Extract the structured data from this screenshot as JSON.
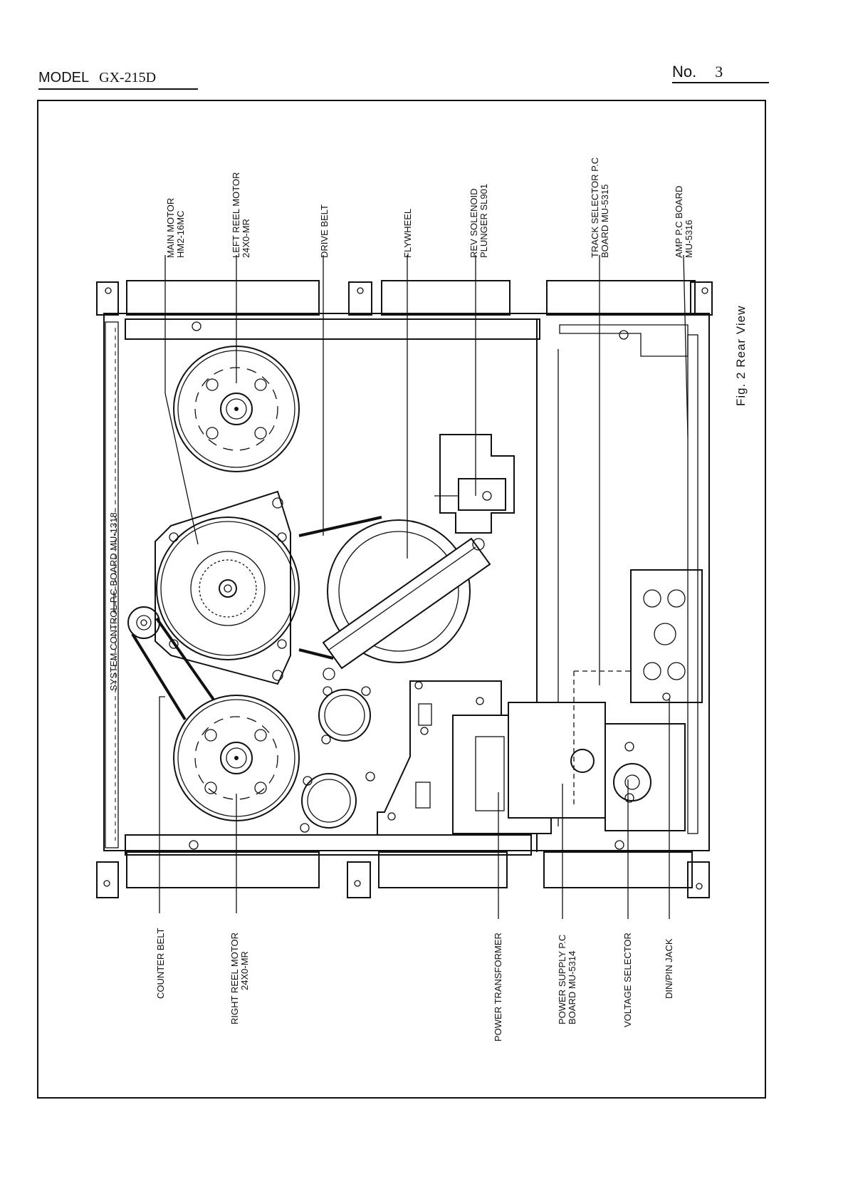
{
  "header": {
    "model_label": "MODEL",
    "model_value": "GX-215D",
    "page_label": "No.",
    "page_value": "3"
  },
  "figure": {
    "caption": "Fig. 2 Rear View",
    "labels": {
      "main_motor": [
        "MAIN MOTOR",
        "HM2-16MC"
      ],
      "left_reel_motor": [
        "LEFT REEL MOTOR",
        "24X0-MR"
      ],
      "drive_belt": [
        "DRIVE BELT"
      ],
      "flywheel": [
        "FLYWHEEL"
      ],
      "rev_solenoid": [
        "REV SOLENOID",
        "PLUNGER SL901"
      ],
      "track_selector": [
        "TRACK SELECTOR P.C",
        "BOARD MU-5315"
      ],
      "amp_board": [
        "AMP P.C BOARD",
        "MU-5316"
      ],
      "system_control": [
        "SYSTEM CONTROL P.C BOARD MU-1318"
      ],
      "counter_belt": [
        "COUNTER BELT"
      ],
      "right_reel_motor": [
        "RIGHT REEL MOTOR",
        "24X0-MR"
      ],
      "power_transformer": [
        "POWER TRANSFORMER"
      ],
      "power_supply": [
        "POWER SUPPLY P.C",
        "BOARD MU-5314"
      ],
      "voltage_selector": [
        "VOLTAGE SELECTOR"
      ],
      "din_pin_jack": [
        "DIN/PIN JACK"
      ]
    }
  }
}
